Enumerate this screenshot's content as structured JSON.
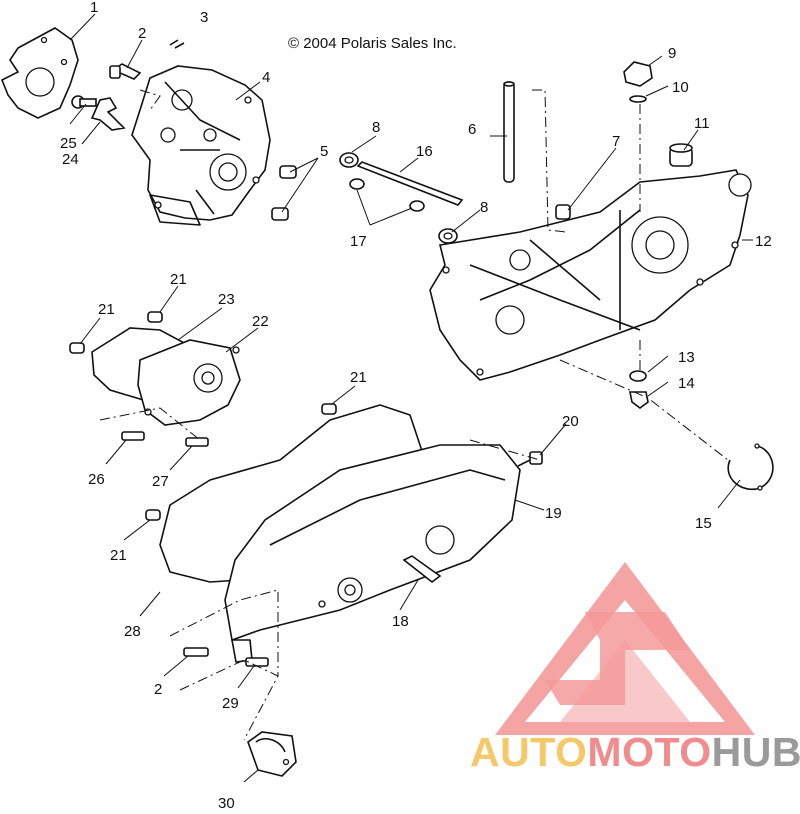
{
  "copyright": "© 2004 Polaris Sales Inc.",
  "callouts": [
    {
      "id": "c1",
      "text": "1"
    },
    {
      "id": "c2a",
      "text": "2"
    },
    {
      "id": "c3",
      "text": "3"
    },
    {
      "id": "c4",
      "text": "4"
    },
    {
      "id": "c5",
      "text": "5"
    },
    {
      "id": "c6",
      "text": "6"
    },
    {
      "id": "c7",
      "text": "7"
    },
    {
      "id": "c8a",
      "text": "8"
    },
    {
      "id": "c8b",
      "text": "8"
    },
    {
      "id": "c9",
      "text": "9"
    },
    {
      "id": "c10",
      "text": "10"
    },
    {
      "id": "c11",
      "text": "11"
    },
    {
      "id": "c12",
      "text": "12"
    },
    {
      "id": "c13",
      "text": "13"
    },
    {
      "id": "c14",
      "text": "14"
    },
    {
      "id": "c15",
      "text": "15"
    },
    {
      "id": "c16",
      "text": "16"
    },
    {
      "id": "c17",
      "text": "17"
    },
    {
      "id": "c18",
      "text": "18"
    },
    {
      "id": "c19",
      "text": "19"
    },
    {
      "id": "c20",
      "text": "20"
    },
    {
      "id": "c21a",
      "text": "21"
    },
    {
      "id": "c21b",
      "text": "21"
    },
    {
      "id": "c21c",
      "text": "21"
    },
    {
      "id": "c21d",
      "text": "21"
    },
    {
      "id": "c22",
      "text": "22"
    },
    {
      "id": "c23",
      "text": "23"
    },
    {
      "id": "c24",
      "text": "24"
    },
    {
      "id": "c25",
      "text": "25"
    },
    {
      "id": "c26",
      "text": "26"
    },
    {
      "id": "c27",
      "text": "27"
    },
    {
      "id": "c28",
      "text": "28"
    },
    {
      "id": "c2b",
      "text": "2"
    },
    {
      "id": "c29",
      "text": "29"
    },
    {
      "id": "c30",
      "text": "30"
    }
  ],
  "watermark": {
    "part1": "AUTO",
    "part2": "MOTO",
    "part3": "HUB",
    "color_light": "#f5c86a",
    "color_red": "#f28b8b",
    "color_gray": "#9a9a9a"
  }
}
